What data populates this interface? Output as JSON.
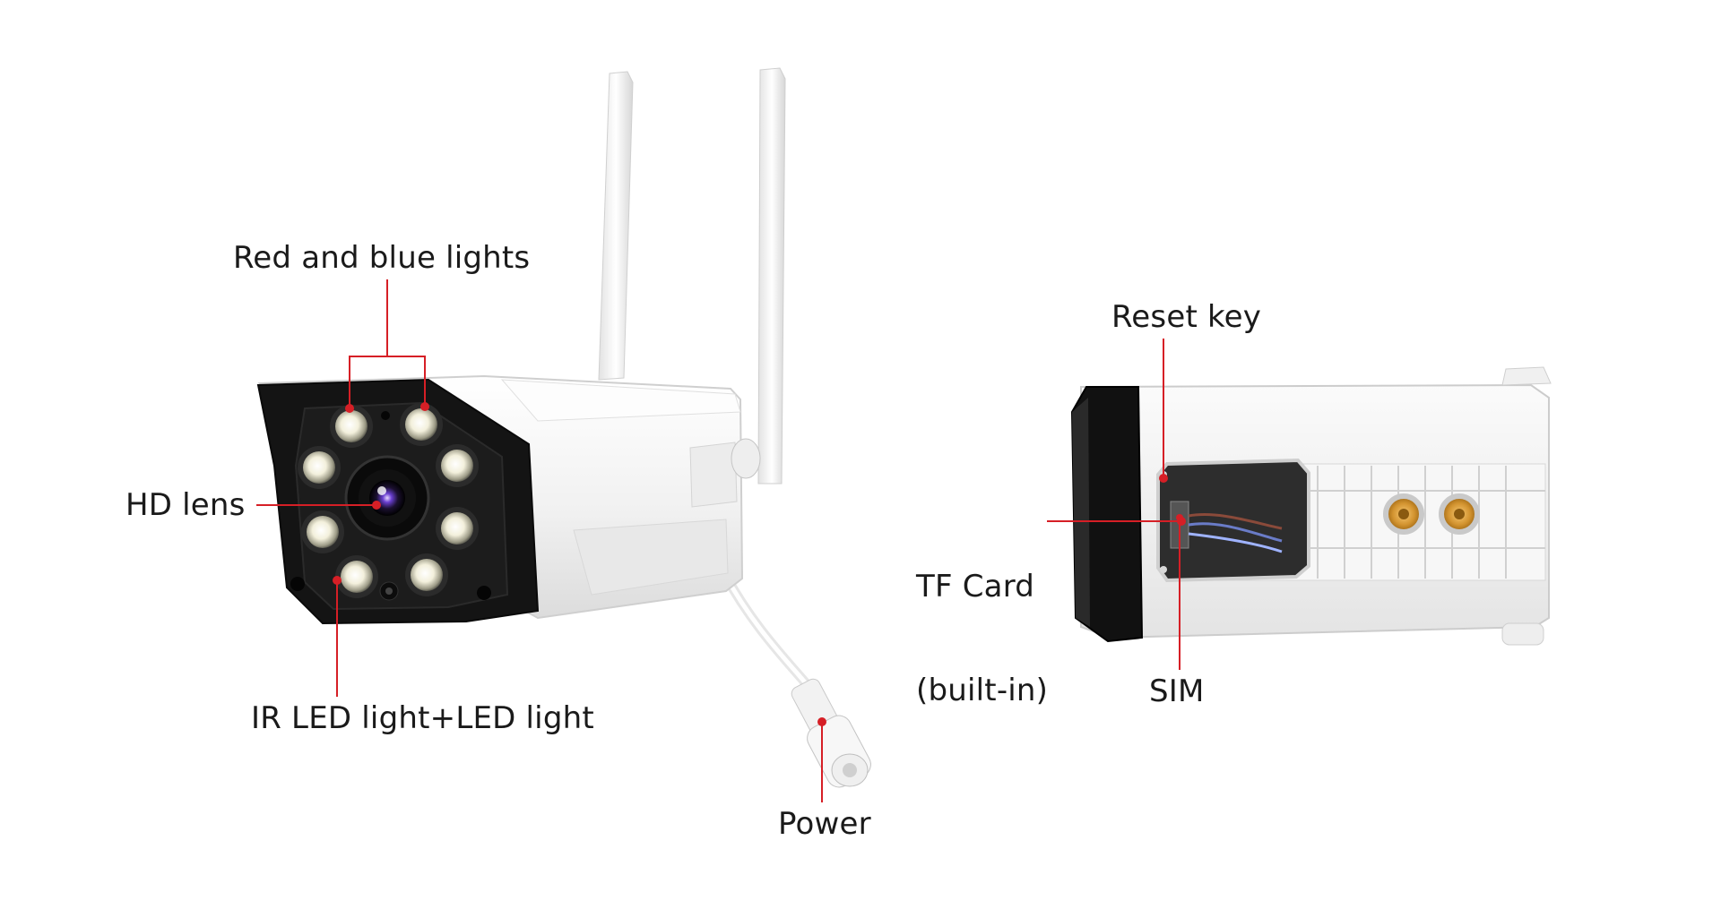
{
  "labels": {
    "red_blue_lights": "Red and blue lights",
    "hd_lens": "HD lens",
    "ir_led": "IR LED light+LED light",
    "power": "Power",
    "reset_key": "Reset key",
    "tf_card_line1": "TF Card",
    "tf_card_line2": "(built-in)",
    "sim": "SIM"
  },
  "colors": {
    "callout": "#d61f26",
    "housing": "#f4f4f4",
    "face": "#121212",
    "text": "#1a1a1a"
  }
}
